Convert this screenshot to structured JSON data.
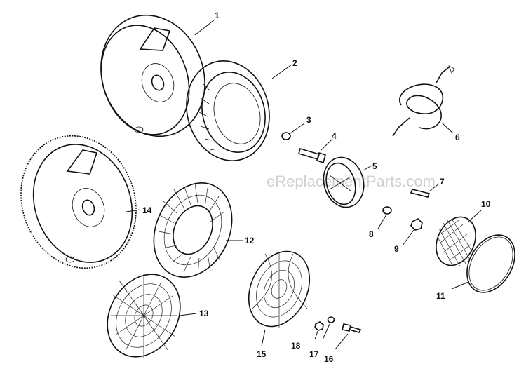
{
  "watermark": "eReplacementParts.com",
  "labels": {
    "p1": "1",
    "p2": "2",
    "p3": "3",
    "p4": "4",
    "p5": "5",
    "p6": "6",
    "p7": "7",
    "p8": "8",
    "p9": "9",
    "p10": "10",
    "p11": "11",
    "p12": "12",
    "p13": "13",
    "p14": "14",
    "p15": "15",
    "p16": "16",
    "p17": "17",
    "p18": "18"
  }
}
